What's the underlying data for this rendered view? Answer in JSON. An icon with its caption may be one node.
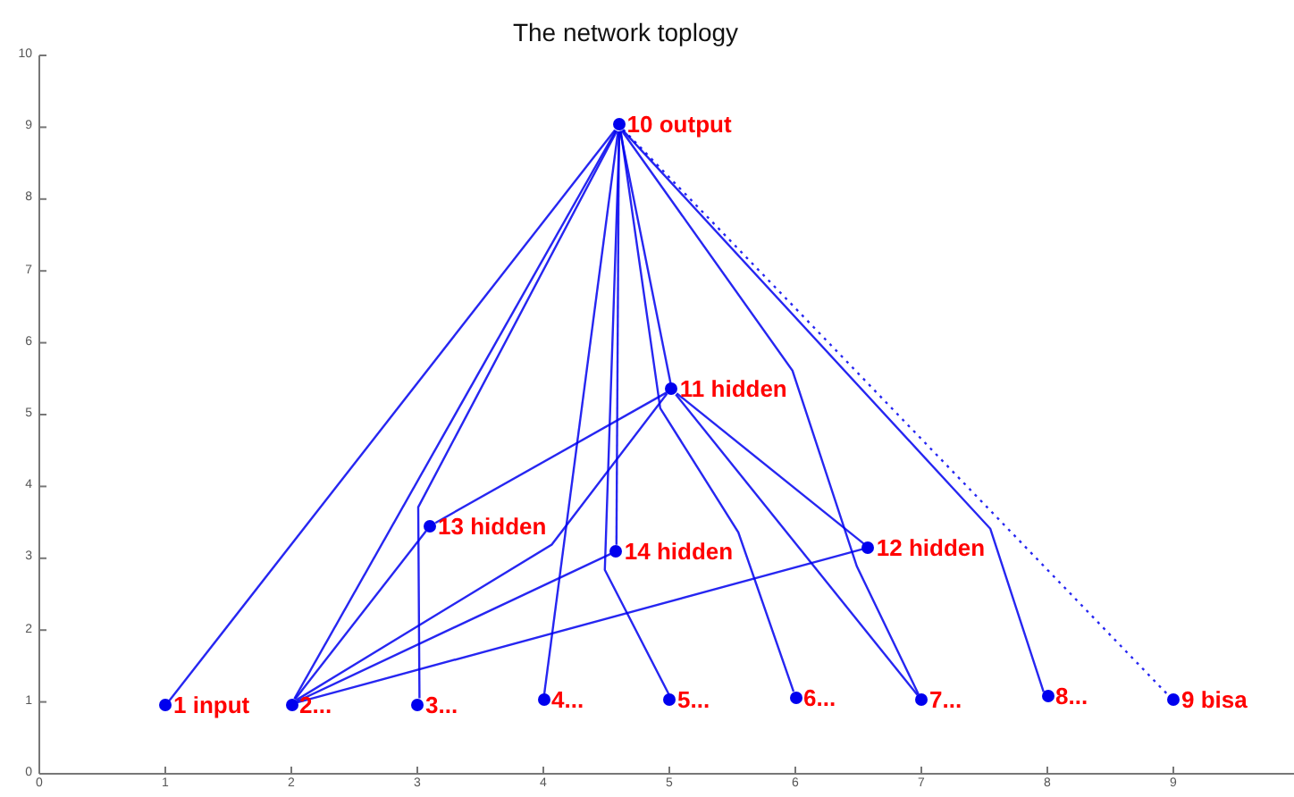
{
  "diagram": {
    "title": "The network toplogy",
    "nodes": [
      {
        "text": [
          "1 input"
        ]
      },
      {
        "text": [
          "2..."
        ]
      },
      {
        "text": [
          "3..."
        ]
      },
      {
        "text": [
          "4..."
        ]
      },
      {
        "text": [
          "5..."
        ]
      },
      {
        "text": [
          "6..."
        ]
      },
      {
        "text": [
          "7..."
        ]
      },
      {
        "text": [
          "8..."
        ]
      },
      {
        "text": [
          "9 bisa"
        ]
      },
      {
        "text": [
          "10 output"
        ]
      },
      {
        "text": [
          "11 hidden"
        ]
      },
      {
        "text": [
          "12 hidden"
        ]
      },
      {
        "text": [
          "13 hidden"
        ]
      },
      {
        "text": [
          "14 hidden"
        ]
      }
    ],
    "edges": [
      {
        "from": 9,
        "to": 0,
        "arrow": "none"
      },
      {
        "from": 9,
        "to": 1,
        "arrow": "none"
      },
      {
        "from": 9,
        "to": 2,
        "arrow": "none"
      },
      {
        "from": 9,
        "to": 3,
        "arrow": "none"
      },
      {
        "from": 9,
        "to": 4,
        "arrow": "none"
      },
      {
        "from": 9,
        "to": 5,
        "arrow": "none"
      },
      {
        "from": 9,
        "to": 6,
        "arrow": "none"
      },
      {
        "from": 9,
        "to": 7,
        "arrow": "none"
      },
      {
        "from": 9,
        "to": 8,
        "arrow": "none",
        "style": "dashed"
      },
      {
        "from": 9,
        "to": 10,
        "arrow": "none"
      },
      {
        "from": 9,
        "to": 13,
        "arrow": "none"
      },
      {
        "from": 10,
        "to": 12,
        "arrow": "none"
      },
      {
        "from": 10,
        "to": 1,
        "arrow": "none"
      },
      {
        "from": 10,
        "to": 11,
        "arrow": "none"
      },
      {
        "from": 10,
        "to": 6,
        "arrow": "none"
      },
      {
        "from": 11,
        "to": 1,
        "arrow": "none"
      },
      {
        "from": 12,
        "to": 1,
        "arrow": "none"
      },
      {
        "from": 13,
        "to": 1,
        "arrow": "none"
      }
    ],
    "labels": [
      "10",
      "9",
      "8",
      "7",
      "6",
      "5",
      "4",
      "3",
      "2",
      "1",
      "0",
      "0",
      "1",
      "2",
      "3",
      "4",
      "5",
      "6",
      "7",
      "8",
      "9"
    ]
  }
}
